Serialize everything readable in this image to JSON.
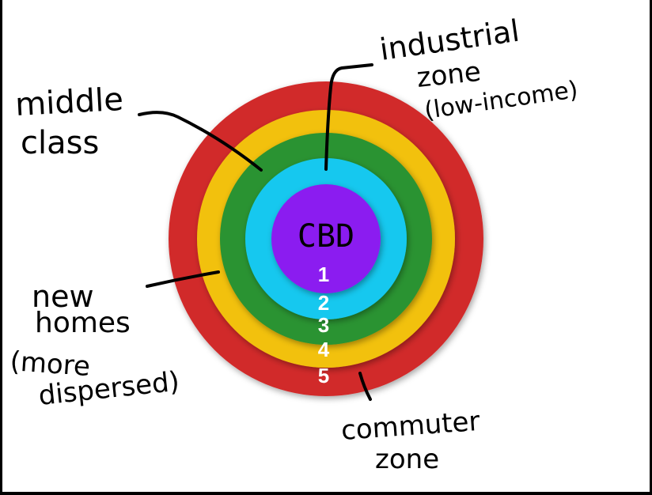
{
  "zones": [
    {
      "number": "1",
      "color": "#8b1ef0"
    },
    {
      "number": "2",
      "color": "#12c8ef"
    },
    {
      "number": "3",
      "color": "#2b9330"
    },
    {
      "number": "4",
      "color": "#f2c110"
    },
    {
      "number": "5",
      "color": "#d12a2a"
    }
  ],
  "center_label": "CBD",
  "annotations": {
    "middle_class": [
      "middle",
      "class"
    ],
    "industrial": [
      "industrial",
      "zone",
      "(low-income)"
    ],
    "new_homes": [
      "new",
      "homes",
      "(more",
      "dispersed)"
    ],
    "commuter": [
      "commuter",
      "zone"
    ]
  }
}
